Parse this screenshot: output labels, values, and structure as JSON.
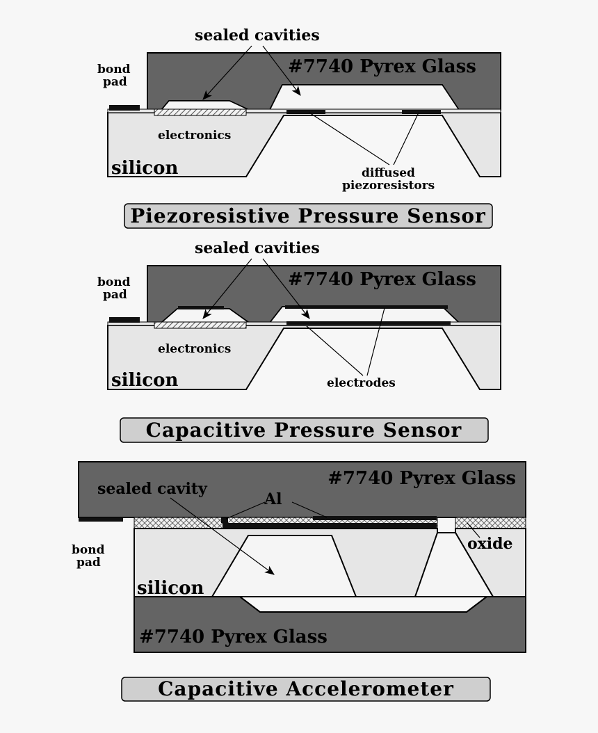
{
  "colors": {
    "background": "#f7f7f7",
    "glass": "#646464",
    "silicon": "#e6e6e6",
    "cavity": "#f5f5f5",
    "title_box": "#cfcfcf",
    "metal": "#111111"
  },
  "panels": {
    "piezo": {
      "sealed_cavities": "sealed cavities",
      "glass": "#7740 Pyrex Glass",
      "bond_pad_line1": "bond",
      "bond_pad_line2": "pad",
      "electronics": "electronics",
      "silicon": "silicon",
      "diffused_line1": "diffused",
      "diffused_line2": "piezoresistors",
      "title": "Piezoresistive Pressure Sensor"
    },
    "capacitive": {
      "sealed_cavities": "sealed cavities",
      "glass": "#7740 Pyrex Glass",
      "bond_pad_line1": "bond",
      "bond_pad_line2": "pad",
      "electronics": "electronics",
      "silicon": "silicon",
      "electrodes": "electrodes",
      "title": "Capacitive Pressure Sensor"
    },
    "accelerometer": {
      "glass_top": "#7740 Pyrex Glass",
      "sealed_cavity": "sealed cavity",
      "al": "Al",
      "bond_pad_line1": "bond",
      "bond_pad_line2": "pad",
      "oxide": "oxide",
      "silicon": "silicon",
      "glass_bottom": "#7740 Pyrex Glass",
      "title": "Capacitive Accelerometer"
    }
  }
}
